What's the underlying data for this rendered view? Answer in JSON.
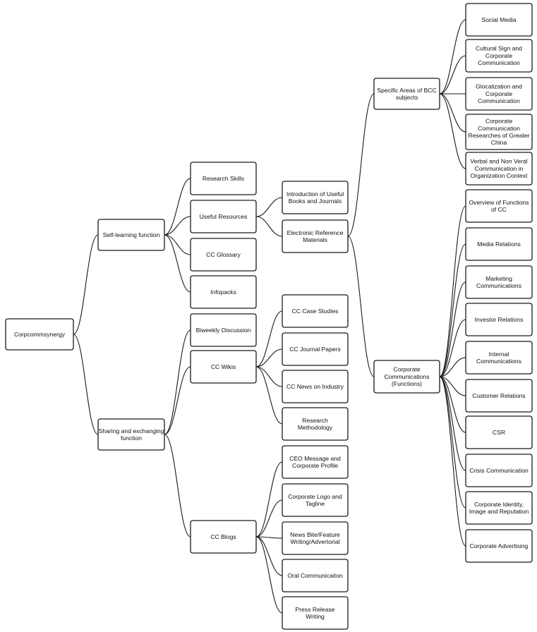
{
  "colors": {
    "line": "#1a1a1a",
    "box_border": "#1a1a1a",
    "text": "#111111",
    "background": "#ffffff"
  },
  "nodes": {
    "root": "Corpcommsynergy",
    "self_learning": "Self-learning function",
    "sharing": "Sharing and exchanging function",
    "research_skills": "Research Skills",
    "useful_resources": "Useful Resources",
    "cc_glossary": "CC Glossary",
    "infopacks": "Infopacks",
    "biweekly_discussion": "Biweekly Discussion",
    "cc_wikis": "CC Wikis",
    "cc_blogs": "CC Blogs",
    "intro_books": "Introduction of Useful Books and Journals",
    "electronic_ref": "Electronic Reference Materials",
    "cc_case_studies": "CC Case Studies",
    "cc_journal_papers": "CC Journal Papers",
    "cc_news": "CC News on Industry",
    "research_methodology": "Research Methodology",
    "ceo_message": "CEO Message and Corporate Profile",
    "corporate_logo": "Corporate Logo and Tagline",
    "news_bite": "News Bite/Feature Writing/Advertorial",
    "oral_comm": "Oral Communicaiton",
    "press_release": "Press Release Writing",
    "specific_areas": "Specific Areas of BCC subjects",
    "corp_comm_functions": "Corporate Communications (Functions)",
    "social_media": "Social Media",
    "cultural_sign": "Cultural Sign and Corporate Communication",
    "glocalization": "Glocalization and Corporate Communication",
    "cc_researches": "Corporate Communication Researches of Greater China",
    "verbal_nonverbal": "Verbal and Non Veral Communication in Organization Context",
    "overview_functions": "Overview of Functions of CC",
    "media_relations": "Media Relations",
    "marketing_comm": "Marketing Communications",
    "investor_relations": "Investor Relations",
    "internal_comm": "Internal Communications",
    "customer_relations": "Customer Relations",
    "csr": "CSR",
    "crisis_comm": "Crisis Communication",
    "corporate_identity": "Corporate Identity, Image and Reputation",
    "corporate_advertising": "Corporate Advertising"
  }
}
